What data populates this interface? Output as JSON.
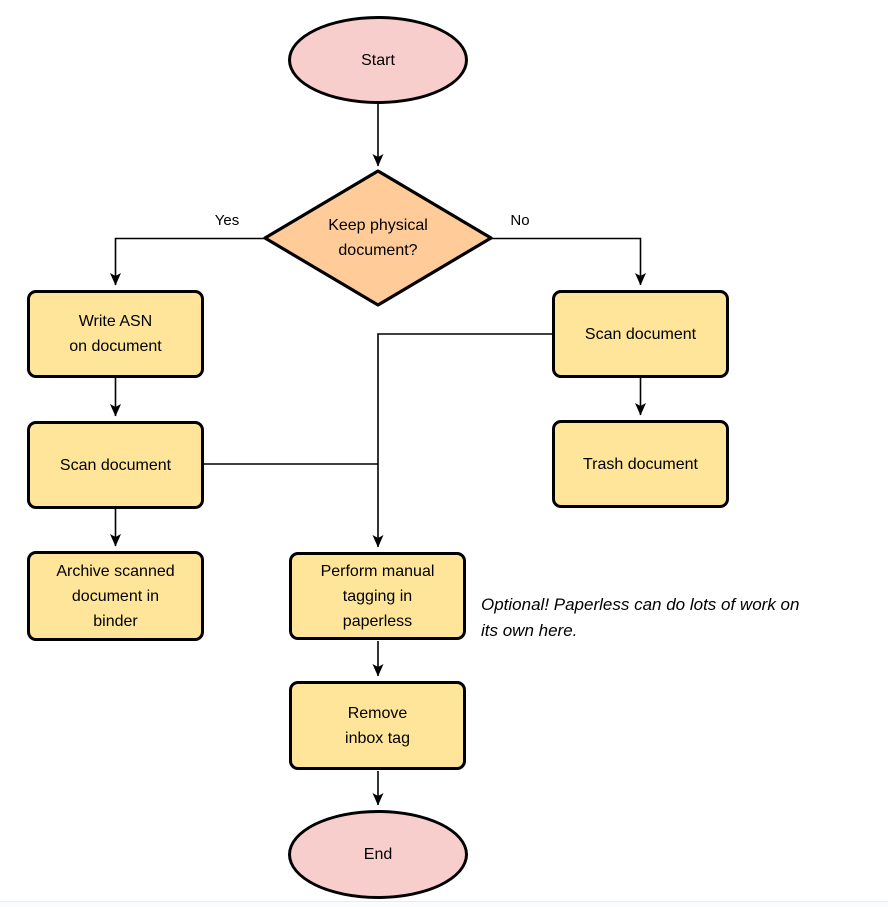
{
  "diagram": {
    "nodes": {
      "start": {
        "label": "Start",
        "type": "terminator"
      },
      "keep_physical": {
        "label": "Keep physical\ndocument?",
        "type": "decision"
      },
      "write_asn": {
        "label": "Write ASN\non document",
        "type": "process"
      },
      "scan_document_left": {
        "label": "Scan document",
        "type": "process"
      },
      "archive_binder": {
        "label": "Archive scanned\ndocument in\nbinder",
        "type": "process"
      },
      "scan_document_right": {
        "label": "Scan document",
        "type": "process"
      },
      "trash_document": {
        "label": "Trash document",
        "type": "process"
      },
      "manual_tagging": {
        "label": "Perform manual\ntagging in\npaperless",
        "type": "process"
      },
      "remove_inbox_tag": {
        "label": "Remove\ninbox tag",
        "type": "process"
      },
      "end": {
        "label": "End",
        "type": "terminator"
      }
    },
    "edge_labels": {
      "yes": "Yes",
      "no": "No"
    },
    "annotation": "Optional! Paperless can do lots of work on\nits own here.",
    "colors": {
      "terminator_fill": "#f8cecc",
      "decision_fill": "#ffcc99",
      "process_fill": "#ffe599",
      "stroke": "#000000",
      "background": "#ffffff"
    }
  }
}
